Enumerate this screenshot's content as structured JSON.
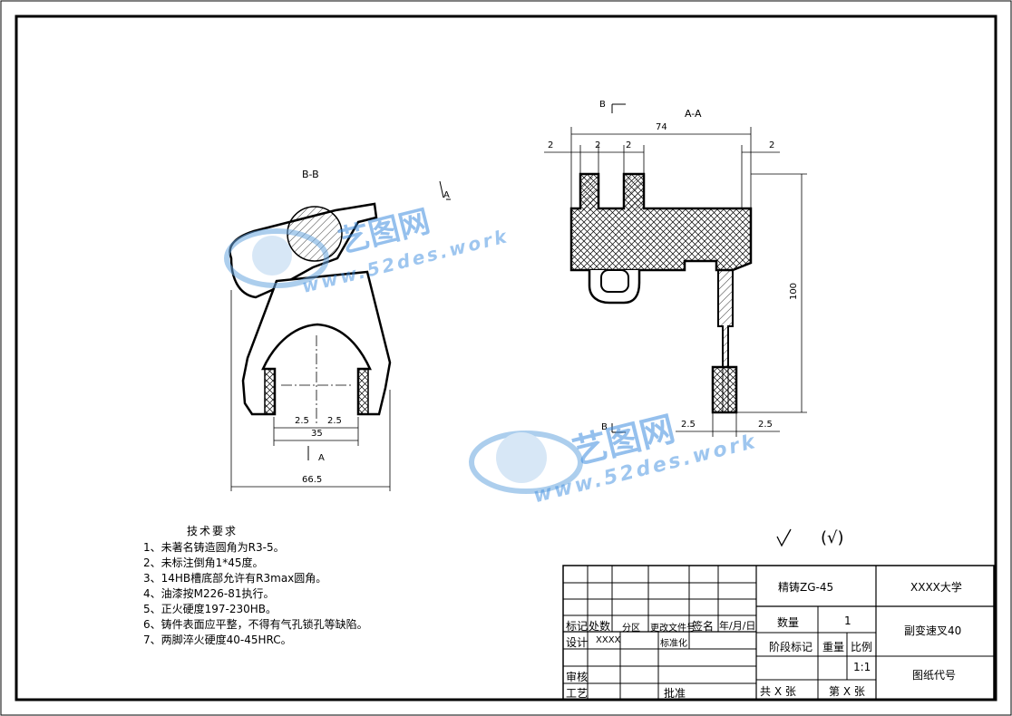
{
  "drawing": {
    "section_bb": "B-B",
    "section_aa": "A-A",
    "marker_a": "A",
    "marker_b": "B",
    "dims_left": {
      "d1": "2.5",
      "d2": "2.5",
      "d3": "35",
      "d4": "66.5"
    },
    "dims_right": {
      "top_left": "2",
      "g1": "2",
      "g2": "2",
      "overall": "74",
      "top_right": "2",
      "height": "100",
      "bl": "2.5",
      "br": "2.5"
    }
  },
  "watermark": {
    "brand": "艺图网",
    "url": "www.52des.work"
  },
  "tech_req": {
    "title": "技术要求",
    "items": [
      "1、未著名铸造圆角为R3-5。",
      "2、未标注倒角1*45度。",
      "3、14HB槽底部允许有R3max圆角。",
      "4、油漆按M226-81执行。",
      "5、正火硬度197-230HB。",
      "6、铸件表面应平整，不得有气孔锁孔等缺陷。",
      "7、两脚淬火硬度40-45HRC。"
    ]
  },
  "surface_symbol": {
    "text": "(√)"
  },
  "title_block": {
    "material": "精铸ZG-45",
    "school": "XXXX大学",
    "part_name": "副变速叉40",
    "qty_label": "数量",
    "qty_value": "1",
    "stage_label": "阶段标记",
    "weight_label": "重量",
    "scale_label": "比例",
    "scale_value": "1:1",
    "drawing_no_label": "图纸代号",
    "sheets_total": "共 X 张",
    "sheet_no": "第 X 张",
    "row_mark": "标记",
    "row_count": "处数",
    "row_zone": "分区",
    "row_docno": "更改文件号",
    "row_sign": "签名",
    "row_date": "年/月/日",
    "design_label": "设计",
    "design_name": "XXXX",
    "standard_label": "标准化",
    "review_label": "审核",
    "process_label": "工艺",
    "approve_label": "批准"
  }
}
